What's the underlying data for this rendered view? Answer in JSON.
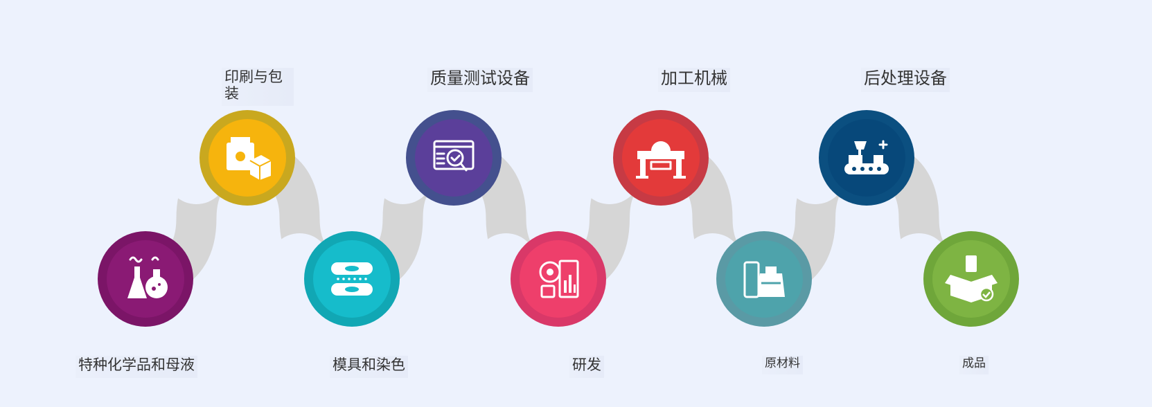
{
  "nodes": [
    {
      "id": "chemicals",
      "label": "特种化学品和母液",
      "icon": "chemistry-flask-icon",
      "color": "#7b1567",
      "inner": "#8a1a74",
      "position": "bottom"
    },
    {
      "id": "printing",
      "label": "印刷与包装",
      "icon": "printer-box-icon",
      "color": "#c9a81f",
      "inner": "#f6b40d",
      "position": "top"
    },
    {
      "id": "molds",
      "label": "模具和染色",
      "icon": "mold-discs-icon",
      "color": "#11a7b4",
      "inner": "#16bccb",
      "position": "bottom"
    },
    {
      "id": "testing",
      "label": "质量测试设备",
      "icon": "inspection-screen-icon",
      "color": "#44508e",
      "inner": "#5b3f9a",
      "position": "top"
    },
    {
      "id": "rnd",
      "label": "研发",
      "icon": "research-gear-chart-icon",
      "color": "#d93868",
      "inner": "#ee3f6b",
      "position": "bottom"
    },
    {
      "id": "machining",
      "label": "加工机械",
      "icon": "saw-machine-icon",
      "color": "#c73a44",
      "inner": "#e33a3a",
      "position": "top"
    },
    {
      "id": "raw",
      "label": "原材料",
      "icon": "material-bags-icon",
      "color": "#5a9aa5",
      "inner": "#4ea3ab",
      "position": "bottom"
    },
    {
      "id": "post",
      "label": "后处理设备",
      "icon": "conveyor-machine-icon",
      "color": "#0b4f80",
      "inner": "#07487a",
      "position": "top"
    },
    {
      "id": "finished",
      "label": "成品",
      "icon": "open-box-check-icon",
      "color": "#6fa63a",
      "inner": "#7eb443",
      "position": "bottom"
    }
  ],
  "connector_color": "#d6d6d6"
}
